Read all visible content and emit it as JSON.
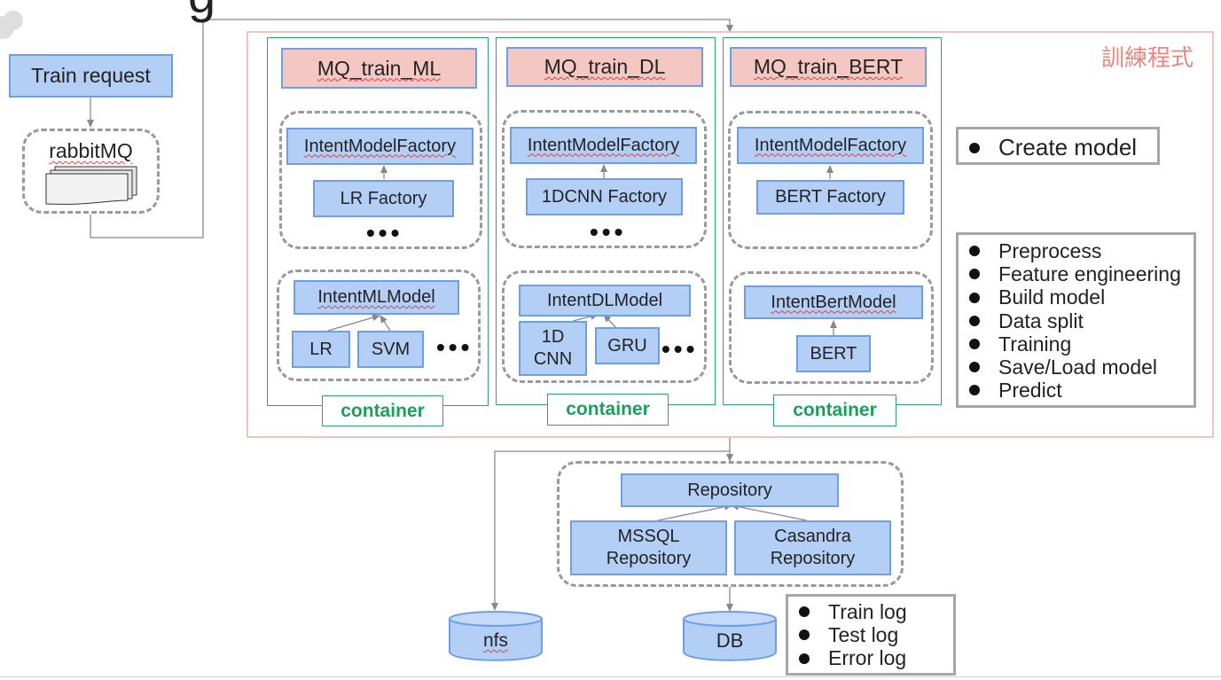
{
  "title_fragment": "g",
  "train_request": "Train request",
  "rabbitmq": "rabbitMQ",
  "training_program_label": "訓練程式",
  "columns": [
    {
      "queue": "MQ_train_ML",
      "factory": "IntentModelFactory",
      "sub_factory": "LR Factory",
      "model": "IntentMLModel",
      "leaves": [
        "LR",
        "SVM"
      ],
      "ellipsis": "•••",
      "container": "container"
    },
    {
      "queue": "MQ_train_DL",
      "factory": "IntentModelFactory",
      "sub_factory": "1DCNN Factory",
      "model": "IntentDLModel",
      "leaves": [
        "1D CNN",
        "GRU"
      ],
      "ellipsis": "•••",
      "container": "container"
    },
    {
      "queue": "MQ_train_BERT",
      "factory": "IntentModelFactory",
      "sub_factory": "BERT Factory",
      "model": "IntentBertModel",
      "leaves": [
        "BERT"
      ],
      "container": "container"
    }
  ],
  "create_model": "Create model",
  "steps": [
    "Preprocess",
    "Feature engineering",
    "Build model",
    "Data split",
    "Training",
    "Save/Load model",
    "Predict"
  ],
  "repository": {
    "title": "Repository",
    "mssql": "MSSQL Repository",
    "cassandra": "Casandra Repository"
  },
  "storage": {
    "nfs": "nfs",
    "db": "DB"
  },
  "logs": [
    "Train log",
    "Test log",
    "Error log"
  ],
  "colors": {
    "box_fill": "#b4cff5",
    "box_border": "#6d9ee6",
    "queue_fill": "#f4c7c3",
    "program_border": "#f0c4c0",
    "program_label": "#e8877f",
    "container_green": "#2ea56a"
  }
}
